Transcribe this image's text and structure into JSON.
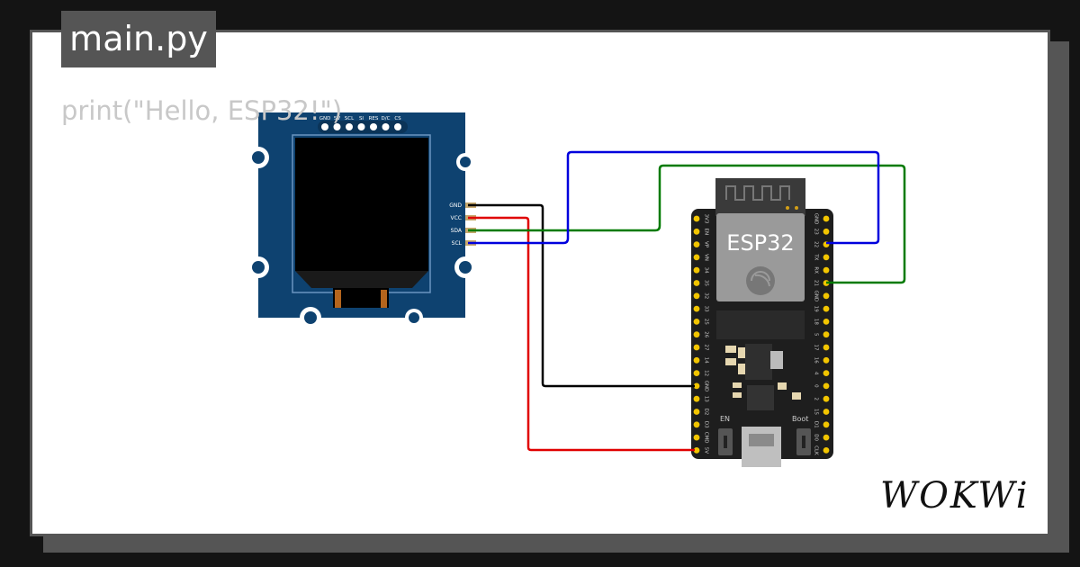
{
  "tab": {
    "filename": "main.py"
  },
  "editor": {
    "code_line": "print(\"Hello, ESP32!\")"
  },
  "oled": {
    "top_pins": [
      "GND",
      "5V",
      "SCL",
      "SI",
      "RES",
      "D/C",
      "CS"
    ],
    "side_pins": [
      "GND",
      "VCC",
      "SDA",
      "SCL"
    ]
  },
  "esp32": {
    "chip_label": "ESP32",
    "left_pins": [
      "3V3",
      "EN",
      "VP",
      "VN",
      "34",
      "35",
      "32",
      "33",
      "25",
      "26",
      "27",
      "14",
      "12",
      "GND",
      "13",
      "D2",
      "D3",
      "CMD",
      "5V"
    ],
    "right_pins": [
      "GND",
      "23",
      "22",
      "TX",
      "RX",
      "21",
      "GND",
      "19",
      "18",
      "5",
      "17",
      "16",
      "4",
      "0",
      "2",
      "15",
      "D1",
      "D0",
      "CLK"
    ],
    "button_en": "EN",
    "button_boot": "Boot"
  },
  "wires": [
    {
      "from": "GND",
      "to": "GND",
      "color": "#000000"
    },
    {
      "from": "VCC",
      "to": "5V",
      "color": "#e00000"
    },
    {
      "from": "SDA",
      "to": "21",
      "color": "#007a00"
    },
    {
      "from": "SCL",
      "to": "22",
      "color": "#0000dd"
    }
  ],
  "brand": {
    "logo": "WOKWi"
  }
}
